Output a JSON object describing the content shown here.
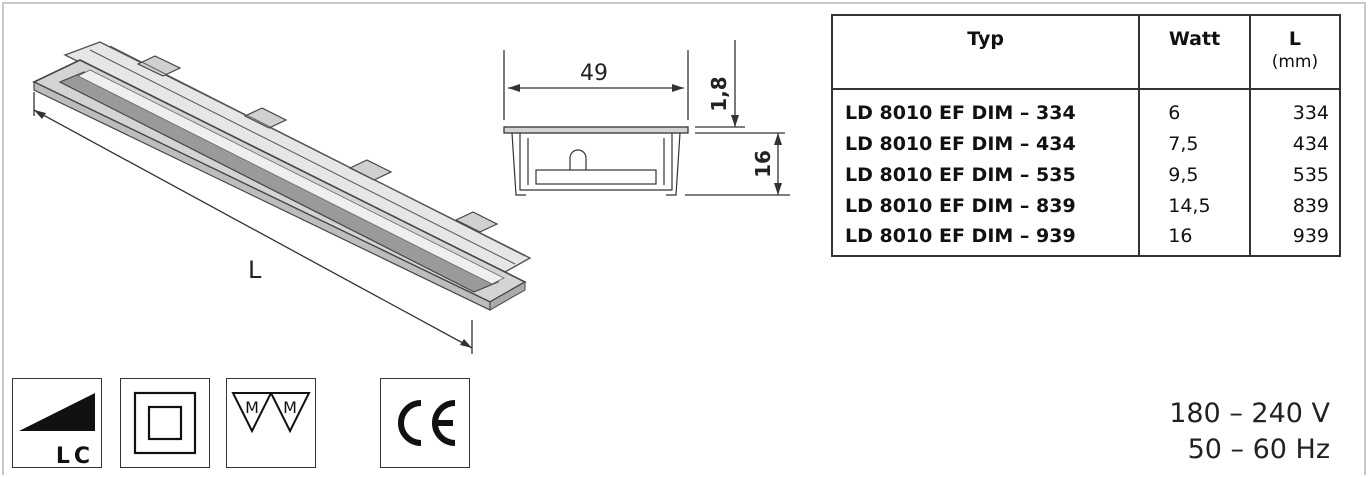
{
  "drawing": {
    "width_label": "49",
    "thickness_label": "1,8",
    "height_label": "16",
    "length_label": "L"
  },
  "table": {
    "headers": {
      "typ": "Typ",
      "watt": "Watt",
      "length": "L",
      "length_unit": "(mm)"
    },
    "rows": [
      {
        "typ": "LD 8010 EF DIM – 334",
        "watt": "6",
        "length": "334"
      },
      {
        "typ": "LD 8010 EF DIM – 434",
        "watt": "7,5",
        "length": "434"
      },
      {
        "typ": "LD 8010 EF DIM – 535",
        "watt": "9,5",
        "length": "535"
      },
      {
        "typ": "LD 8010 EF DIM – 839",
        "watt": "14,5",
        "length": "839"
      },
      {
        "typ": "LD 8010 EF DIM – 939",
        "watt": "16",
        "length": "939"
      }
    ]
  },
  "icons": {
    "lc_label": "LC",
    "mm_symbol_text": "M"
  },
  "specs": {
    "voltage": "180 – 240 V",
    "frequency": "50 – 60 Hz"
  }
}
